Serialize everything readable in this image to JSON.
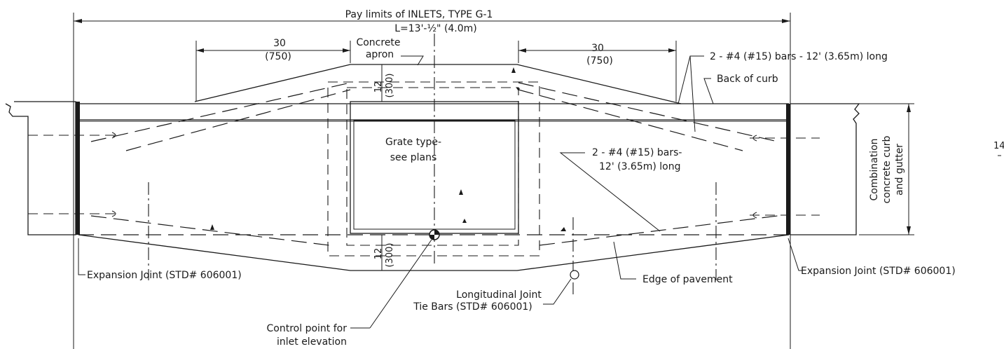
{
  "labels": {
    "pay_limits": "Pay limits of INLETS, TYPE G-1",
    "length": "L=13'-½\" (4.0m)",
    "dim_left_top": "30",
    "dim_left_bottom": "(750)",
    "dim_right_top": "30",
    "dim_right_bottom": "(750)",
    "concrete_1": "Concrete",
    "concrete_2": "apron",
    "bars_top": "2 - #4 (#15) bars - 12' (3.65m) long",
    "back_of_curb": "Back of curb",
    "grate_1": "Grate type-",
    "grate_2": "see plans",
    "bars_mid_1": "2 - #4 (#15) bars-",
    "bars_mid_2": "12' (3.65m) long",
    "combo_1": "Combination",
    "combo_2": "concrete curb",
    "combo_3": "and gutter",
    "dim_12_top": "12",
    "dim_300_top": "(300)",
    "dim_12_bot": "12",
    "dim_300_bot": "(300)",
    "exp_left": "Expansion Joint (STD# 606001)",
    "exp_right": "Expansion Joint (STD# 606001)",
    "long_joint_1": "Longitudinal Joint",
    "long_joint_2": "Tie Bars (STD# 606001)",
    "edge_pavement": "Edge of pavement",
    "control_1": "Control point for",
    "control_2": "inlet elevation",
    "edge_number": "14"
  }
}
